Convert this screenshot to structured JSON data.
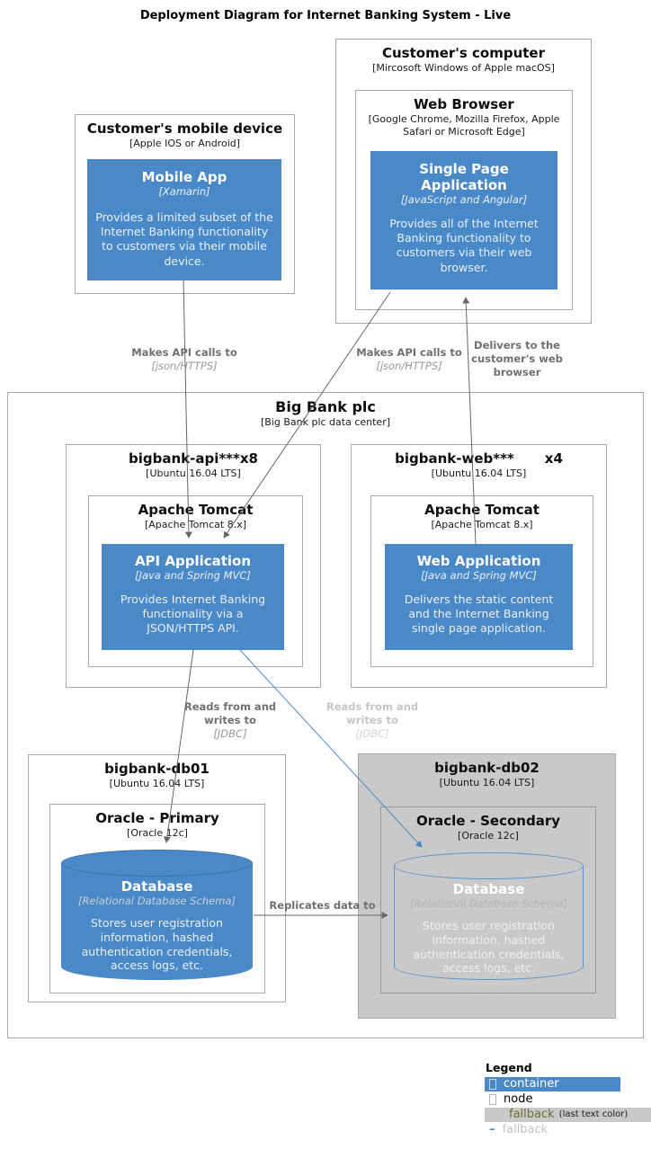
{
  "title": "Deployment Diagram for Internet Banking System - Live",
  "nodes": {
    "mobile_device": {
      "title": "Customer's mobile device",
      "subtitle": "[Apple IOS or Android]"
    },
    "customer_computer": {
      "title": "Customer's computer",
      "subtitle": "[Mircosoft Windows of Apple macOS]"
    },
    "web_browser": {
      "title": "Web Browser",
      "subtitle": "[Google Chrome, Mozilla Firefox, Apple Safari or Microsoft Edge]"
    },
    "big_bank": {
      "title": "Big Bank plc",
      "subtitle": "[Big Bank plc data center]"
    },
    "bigbank_api": {
      "title": "bigbank-api***x8",
      "subtitle": "[Ubuntu 16.04 LTS]"
    },
    "tomcat_api": {
      "title": "Apache Tomcat",
      "subtitle": "[Apache Tomcat 8.x]"
    },
    "bigbank_web": {
      "title": "bigbank-web***",
      "title_suffix": "x4",
      "subtitle": "[Ubuntu 16.04 LTS]"
    },
    "tomcat_web": {
      "title": "Apache Tomcat",
      "subtitle": "[Apache Tomcat 8.x]"
    },
    "bigbank_db01": {
      "title": "bigbank-db01",
      "subtitle": "[Ubuntu 16.04 LTS]"
    },
    "oracle_primary": {
      "title": "Oracle - Primary",
      "subtitle": "[Oracle 12c]"
    },
    "bigbank_db02": {
      "title": "bigbank-db02",
      "subtitle": "[Ubuntu 16.04 LTS]"
    },
    "oracle_secondary": {
      "title": "Oracle - Secondary",
      "subtitle": "[Oracle 12c]"
    }
  },
  "containers": {
    "mobile_app": {
      "title": "Mobile App",
      "tech": "[Xamarin]",
      "description": "Provides a limited subset of the Internet Banking functionality to customers via their mobile device."
    },
    "spa": {
      "title": "Single Page Application",
      "tech": "[JavaScript and Angular]",
      "description": "Provides all of the Internet Banking functionality to customers via their web browser."
    },
    "api_app": {
      "title": "API Application",
      "tech": "[Java and Spring MVC]",
      "description": "Provides Internet Banking functionality via a JSON/HTTPS API."
    },
    "web_app": {
      "title": "Web Application",
      "tech": "[Java and Spring MVC]",
      "description": "Delivers the static content and the Internet Banking single page application."
    },
    "db_primary": {
      "title": "Database",
      "tech": "[Relational Database Schema]",
      "description": "Stores user registration information, hashed authentication credentials, access logs, etc."
    },
    "db_secondary": {
      "title": "Database",
      "tech": "[Relational Database Schema]",
      "description": "Stores user registration information, hashed authentication credentials, access logs, etc."
    }
  },
  "relationships": {
    "mobile_to_api": {
      "label": "Makes API calls to",
      "tech": "[json/HTTPS]"
    },
    "spa_to_api": {
      "label": "Makes API calls to",
      "tech": "[json/HTTPS]"
    },
    "web_to_spa": {
      "label": "Delivers to the customer's web browser"
    },
    "api_to_db1": {
      "label": "Reads from and writes to",
      "tech": "[JDBC]"
    },
    "api_to_db2": {
      "label": "Reads from and writes to",
      "tech": "[JDBC]"
    },
    "db1_to_db2": {
      "label": "Replicates data to"
    }
  },
  "legend": {
    "title": "Legend",
    "items": [
      {
        "label": "container"
      },
      {
        "label": "node"
      },
      {
        "label": "fallback",
        "suffix": "(last text color)"
      },
      {
        "label": "fallback"
      }
    ]
  },
  "colors": {
    "container_blue": "#4a89c8",
    "fallback_gray": "#c9c9c9",
    "arrow_gray": "#666666",
    "label_gray": "#707070",
    "faded_label_gray": "#c6c6c6",
    "legend_fallback_text": "#6e6e32"
  }
}
